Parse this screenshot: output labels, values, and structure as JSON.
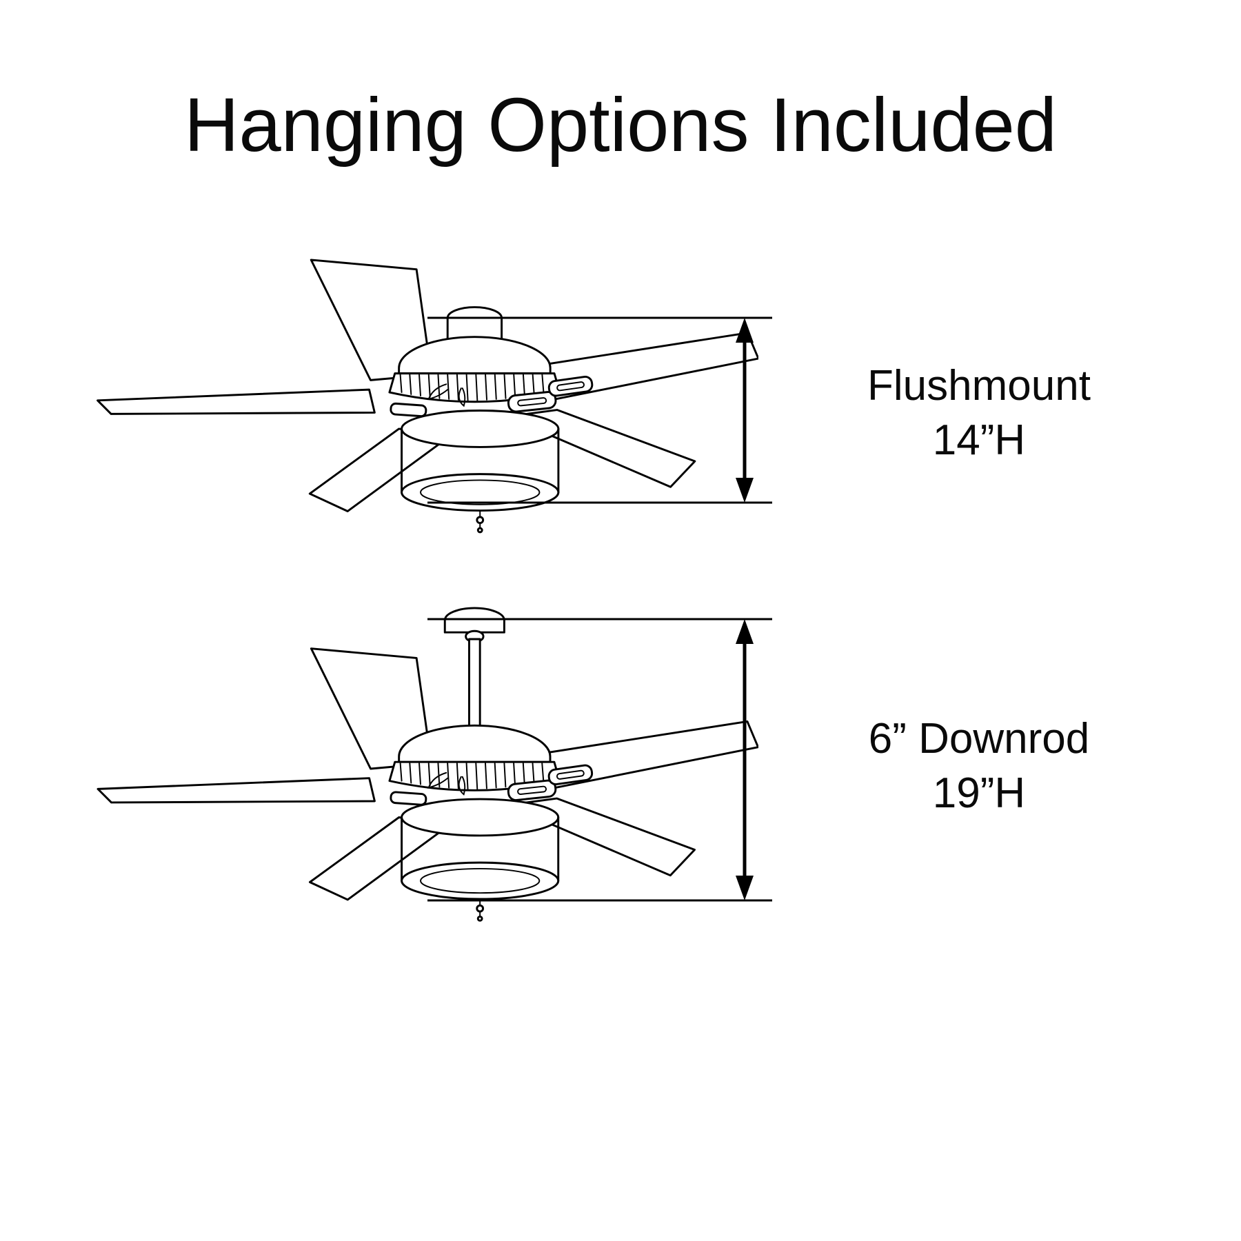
{
  "page": {
    "title": "Hanging Options Included",
    "background": "#ffffff",
    "ink": "#000000"
  },
  "options": [
    {
      "name": "Flushmount",
      "height": "14”H",
      "mount": "flushmount",
      "illustration": "ceiling-fan-drum-light-flushmount-line-drawing"
    },
    {
      "name": "6” Downrod",
      "height": "19”H",
      "mount": "downrod",
      "illustration": "ceiling-fan-drum-light-downrod-line-drawing"
    }
  ]
}
